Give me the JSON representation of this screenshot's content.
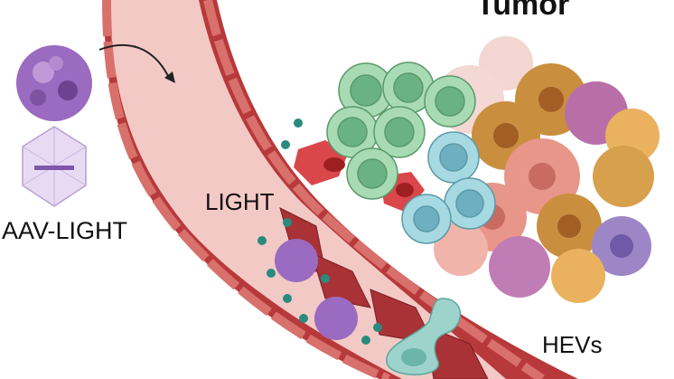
{
  "labels": {
    "tumor": "Tumor",
    "aav_light": "AAV-LIGHT",
    "light": "LIGHT",
    "hevs": "HEVs"
  },
  "colors": {
    "vessel_wall": "#b8393a",
    "lumen": "#f3c9c6",
    "t_cell": "#8fcf9e",
    "b_cell": "#8ccbd6",
    "dendritic_cell": "#d9474a",
    "aav": "#9a6bc0",
    "light_ligand": "#2a8a7e",
    "tumor_cell": "#e8958a"
  }
}
